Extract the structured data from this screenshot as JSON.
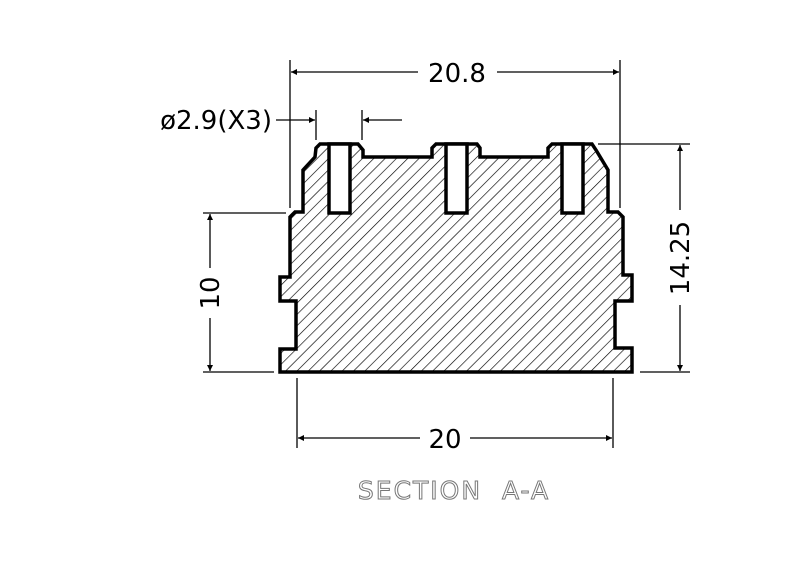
{
  "drawing": {
    "title": "SECTION  A-A",
    "dimensions": {
      "overall_top_width": "20.8",
      "bottom_width": "20",
      "lower_height": "10",
      "total_height": "14.25",
      "hole_diameter": "ø2.9(X3)"
    },
    "colors": {
      "line": "#000000",
      "title": "#777777",
      "background": "#ffffff"
    }
  }
}
